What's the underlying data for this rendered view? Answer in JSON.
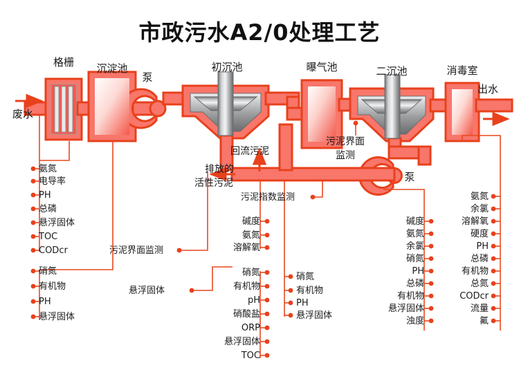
{
  "title": "市政污水A2/0处理工艺",
  "colors": {
    "pipe_fill": "#f8766a",
    "pipe_stroke": "#e8411c",
    "connector_line": "#e8491f",
    "bullet": "#e8411c",
    "text": "#1a1a1a",
    "tank_light": "#ffffff",
    "tank_pink": "#f4584a",
    "metal_grey": "#8f9193"
  },
  "flow": {
    "inlet_label": "废水",
    "outlet_label": "出水",
    "units": [
      {
        "name": "grating",
        "label": "格栅"
      },
      {
        "name": "sedimentation-tank",
        "label": "沉淀池"
      },
      {
        "name": "pump-1",
        "label": "泵"
      },
      {
        "name": "primary-clarifier",
        "label": "初沉池"
      },
      {
        "name": "aeration-tank",
        "label": "曝气池"
      },
      {
        "name": "secondary-clarifier",
        "label": "二沉池"
      },
      {
        "name": "pump-2",
        "label": "泵"
      },
      {
        "name": "disinfection-room",
        "label": "消毒室"
      }
    ]
  },
  "annotations": {
    "return_sludge": "回流污泥",
    "discharged_sludge_line1": "排放的",
    "discharged_sludge_line2": "活性污泥",
    "sludge_index_monitoring": "污泥指数监测",
    "sludge_interface_monitoring_mid_line1": "污泥界面",
    "sludge_interface_monitoring_mid_line2": "监测",
    "sludge_interface_monitoring_left": "污泥界面监测",
    "suspended_solids_left": "悬浮固体"
  },
  "param_groups": [
    {
      "name": "influent-parameters",
      "align": "left",
      "items": [
        "氨氮",
        "电导率",
        "PH",
        "总磷",
        "悬浮固体",
        "TOC",
        "CODcr"
      ]
    },
    {
      "name": "sedimentation-outlet-parameters",
      "align": "left",
      "items": [
        "硝氮",
        "有机物",
        "PH",
        "悬浮固体"
      ]
    },
    {
      "name": "primary-clarifier-parameters-top",
      "align": "right",
      "items": [
        "碱度",
        "氨氮",
        "溶解氧"
      ]
    },
    {
      "name": "primary-clarifier-parameters-bottom",
      "align": "right",
      "items": [
        "硝氮",
        "有机物",
        "pH",
        "硝酸盐",
        "ORP",
        "悬浮固体",
        "TOC"
      ]
    },
    {
      "name": "aeration-tank-parameters",
      "align": "left",
      "items": [
        "硝氮",
        "有机物",
        "PH",
        "悬浮固体"
      ]
    },
    {
      "name": "secondary-clarifier-parameters",
      "align": "right",
      "items": [
        "碱度",
        "氨氮",
        "余氯",
        "硝氮",
        "PH",
        "总磷",
        "有机物",
        "悬浮固体",
        "浊度"
      ]
    },
    {
      "name": "effluent-parameters",
      "align": "right",
      "items": [
        "氨氮",
        "余氯",
        "溶解氧",
        "硬度",
        "PH",
        "总磷",
        "有机物",
        "总氮",
        "CODcr",
        "流量",
        "氟"
      ]
    }
  ]
}
